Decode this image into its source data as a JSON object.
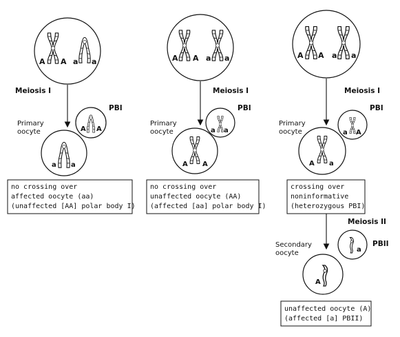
{
  "columns": [
    {
      "meiosis_label": "Meiosis I",
      "pbi_label": "PBI",
      "primary_label": [
        "Primary",
        "oocyte"
      ],
      "parent_alleles": {
        "left_a": "A",
        "left_b": "A",
        "right_a": "a",
        "right_b": "a"
      },
      "pbi_alleles": [
        "A",
        "A"
      ],
      "oocyte_alleles": [
        "a",
        "a"
      ],
      "box_lines": [
        "no crossing over",
        "affected oocyte (aa)",
        "(unaffected [AA] polar body I)"
      ]
    },
    {
      "meiosis_label": "Meiosis I",
      "pbi_label": "PBI",
      "primary_label": [
        "Primary",
        "oocyte"
      ],
      "parent_alleles": {
        "left_a": "A",
        "left_b": "A",
        "right_a": "a",
        "right_b": "a"
      },
      "pbi_alleles": [
        "a",
        "a"
      ],
      "oocyte_alleles": [
        "A",
        "A"
      ],
      "box_lines": [
        "no crossing over",
        "unaffected oocyte (AA)",
        "(affected [aa] polar body I)"
      ]
    },
    {
      "meiosis_label": "Meiosis I",
      "pbi_label": "PBI",
      "primary_label": [
        "Primary",
        "oocyte"
      ],
      "parent_alleles": {
        "left_a": "A",
        "left_b": "A",
        "right_a": "a",
        "right_b": "a"
      },
      "pbi_alleles": [
        "a",
        "A"
      ],
      "oocyte_alleles": [
        "A",
        "a"
      ],
      "box_lines": [
        "crossing over",
        "noninformative",
        "(heterozygous PBI)"
      ],
      "meiosis2_label": "Meiosis II",
      "pbii_label": "PBII",
      "secondary_label": [
        "Secondary",
        "oocyte"
      ],
      "pbii_allele": "a",
      "secondary_allele": "A",
      "final_box_lines": [
        "unaffected oocyte (A)",
        "(affected [a] PBII)"
      ]
    }
  ]
}
